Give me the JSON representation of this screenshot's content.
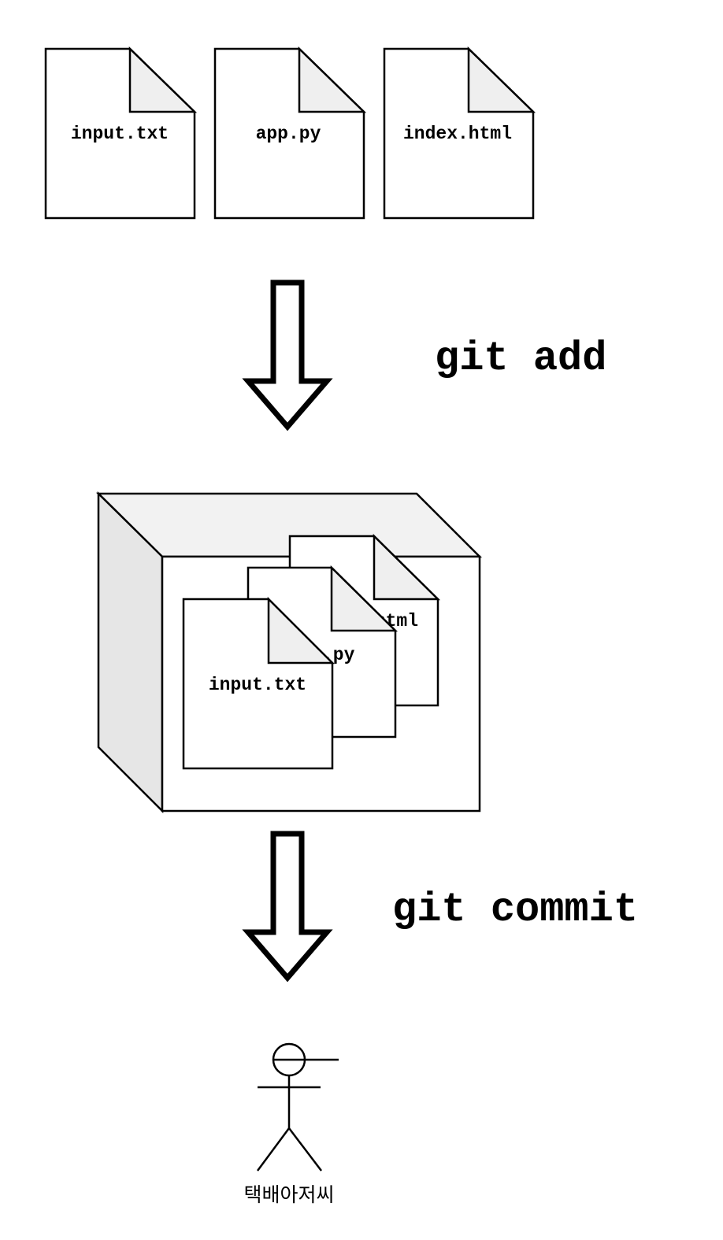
{
  "files": [
    {
      "id": "input",
      "name": "input.txt"
    },
    {
      "id": "app",
      "name": "app.py"
    },
    {
      "id": "index",
      "name": "index.html"
    }
  ],
  "staged_files": [
    {
      "id": "index",
      "name": "index.html"
    },
    {
      "id": "app",
      "name": "app.py"
    },
    {
      "id": "input",
      "name": "input.txt"
    }
  ],
  "commands": {
    "add": "git add",
    "commit": "git commit"
  },
  "actor": {
    "label": "택배아저씨"
  },
  "colors": {
    "stroke": "#000000",
    "fill": "#ffffff",
    "fold_fill": "#efefef",
    "box_top": "#f2f2f2",
    "box_side": "#e6e6e6"
  }
}
